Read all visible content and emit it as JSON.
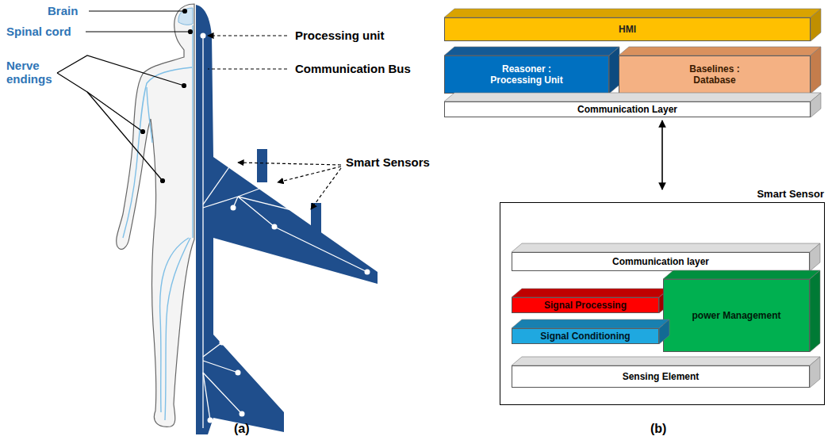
{
  "diagram": {
    "nodes": [
      {
        "text": [
          "HMI"
        ]
      },
      {
        "text": [
          "Reasoner : Processing Unit"
        ]
      },
      {
        "text": [
          "Baselines : Database"
        ]
      },
      {
        "text": [
          "Communication Layer"
        ]
      },
      {
        "text": [
          "Smart Sensor"
        ]
      },
      {
        "text": [
          "Communication layer"
        ],
        "in": 4
      },
      {
        "text": [
          "Signal Processing"
        ],
        "in": 4
      },
      {
        "text": [
          "power Management"
        ],
        "in": 4
      },
      {
        "text": [
          "Signal Conditioning"
        ],
        "in": 4
      },
      {
        "text": [
          "Sensing Element"
        ],
        "in": 4
      }
    ],
    "edges": [
      {
        "from": 3,
        "to": 4,
        "arrow": "both"
      }
    ],
    "labels": [
      "Brain",
      "Spinal cord",
      "Nerve endings",
      "Processing unit",
      "Communication Bus",
      "Smart Sensors",
      "(a)",
      "(b)"
    ]
  }
}
